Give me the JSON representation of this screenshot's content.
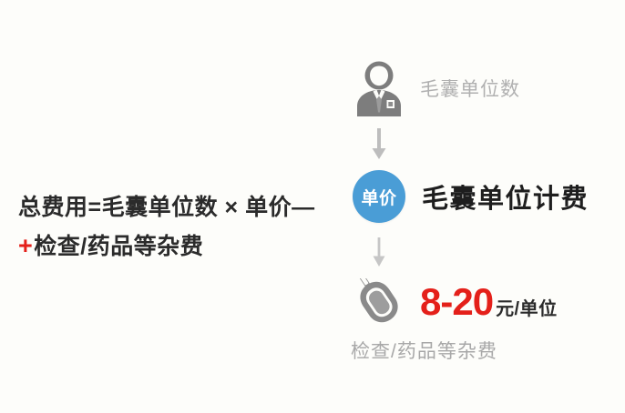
{
  "page": {
    "background_color": "#fdfdfa",
    "accent_blue": "#4a9dd6",
    "accent_red": "#e4201a",
    "muted_gray": "#aeaeae",
    "text_dark": "#1e1e1e"
  },
  "formula": {
    "line1": "总费用=毛囊单位数 × 单价",
    "line1_trailing_operator": "—",
    "line2_operator": "+",
    "line2": "检查/药品等杂费"
  },
  "flow": {
    "steps": [
      {
        "icon": "person-doctor-icon",
        "label": "毛囊单位数"
      },
      {
        "icon": "unit-price-circle-icon",
        "badge": "单价",
        "label": "毛囊单位计费"
      },
      {
        "icon": "hair-follicle-icon",
        "price": "8-20",
        "price_unit": "元/单位",
        "label": "检查/药品等杂费"
      }
    ],
    "arrows": [
      {
        "name": "arrow-down-1"
      },
      {
        "name": "arrow-down-2"
      }
    ]
  }
}
